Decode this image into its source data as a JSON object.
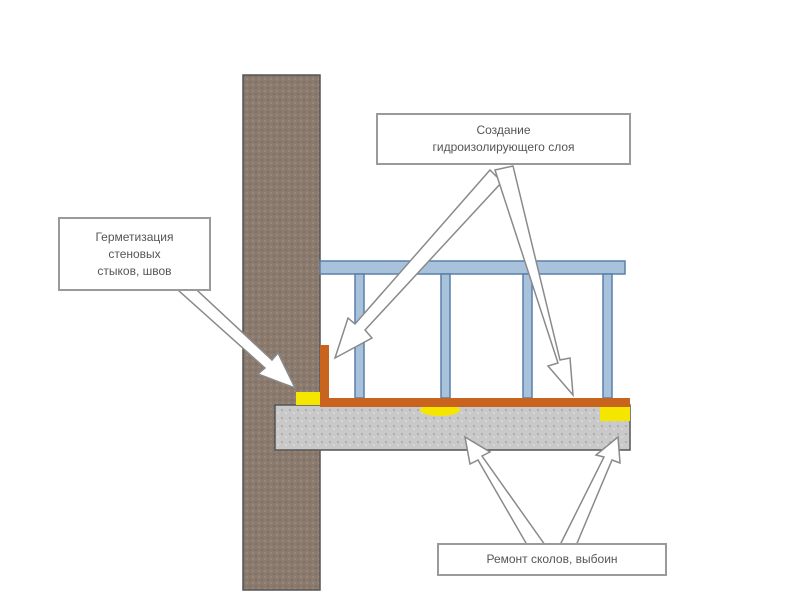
{
  "labels": {
    "waterproofing": {
      "line1": "Создание",
      "line2": "гидроизолирующего слоя"
    },
    "sealing": {
      "line1": "Герметизация",
      "line2": "стеновых",
      "line3": "стыков, швов"
    },
    "repair": {
      "line1": "Ремонт сколов, выбоин"
    }
  },
  "colors": {
    "wall": "#8b7a6e",
    "slab": "#c9c9c9",
    "railing": "#a9c2dc",
    "waterproof_layer": "#c8641e",
    "sealant": "#f5e600"
  }
}
